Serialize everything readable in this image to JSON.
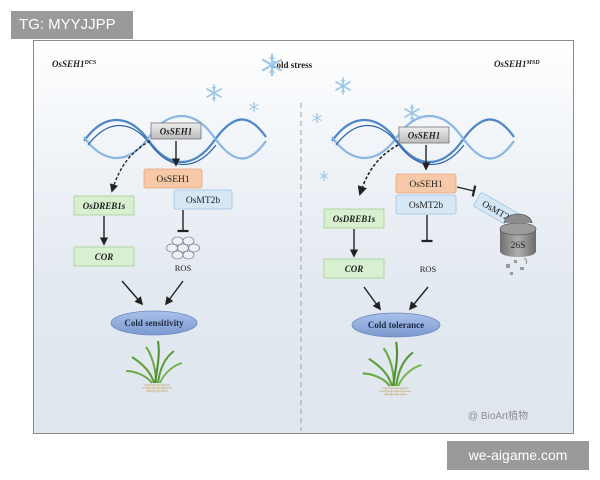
{
  "watermark_tag": "TG: MYYJJPP",
  "site_label": "we-aigame.com",
  "header": {
    "left_title": "OsSEH1",
    "left_sup": "DCS",
    "center_title": "Cold stress",
    "right_title": "OsSEH1",
    "right_sup": "MSD"
  },
  "left": {
    "gene": "OsSEH1",
    "protein1": "OsSEH1",
    "protein2": "OsMT2b",
    "dreb": "OsDREB1s",
    "cor": "COR",
    "ros": "ROS",
    "outcome": "Cold sensitivity"
  },
  "right": {
    "gene": "OsSEH1",
    "protein1": "OsSEH1",
    "protein2": "OsMT2b",
    "degraded": "OsMT2b",
    "proteasome": "26S",
    "dreb": "OsDREB1s",
    "cor": "COR",
    "ros": "ROS",
    "outcome": "Cold tolerance"
  },
  "source_watermark": "@ BioArt植物",
  "colors": {
    "gene_box": "#cfcfcf",
    "green_box": "#d8efd0",
    "orange_box": "#f7c9a8",
    "blue_box": "#d6e8f6",
    "oval": "#8faadb",
    "dna_blue": "#4d86c6"
  }
}
